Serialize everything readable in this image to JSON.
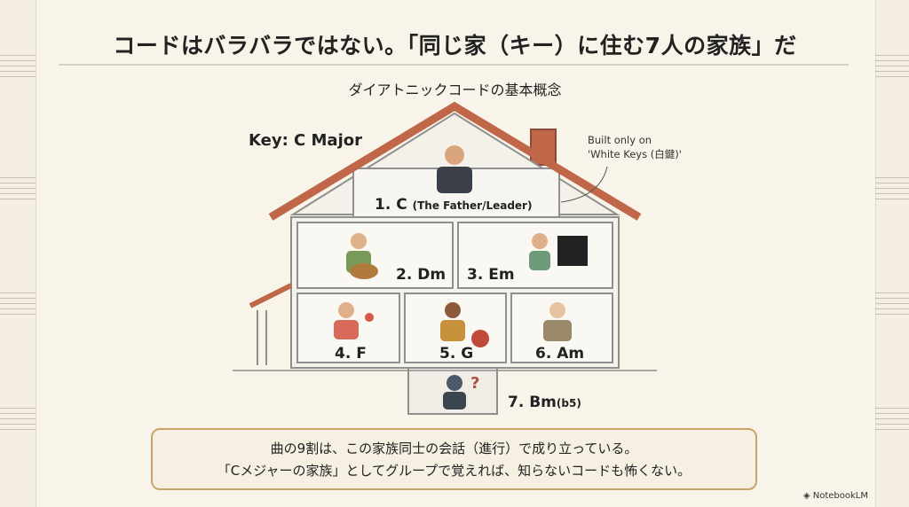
{
  "title": "コードはバラバラではない。「同じ家（キー）に住む7人の家族」だ",
  "subtitle": "ダイアトニックコードの基本概念",
  "key_label": "Key: C Major",
  "note": {
    "line1": "Built only on",
    "line2": "'White Keys (白鍵)'"
  },
  "chords": [
    {
      "label": "1. C",
      "sub": "(The Father/Leader)"
    },
    {
      "label": "2. Dm"
    },
    {
      "label": "3. Em"
    },
    {
      "label": "4. F"
    },
    {
      "label": "5. G"
    },
    {
      "label": "6. Am"
    },
    {
      "label": "7. Bm",
      "sub": "(b5)"
    }
  ],
  "summary": {
    "line1": "曲の9割は、この家族同士の会話（進行）で成り立っている。",
    "line2": "「Cメジャーの家族」としてグループで覚えれば、知らないコードも怖くない。"
  },
  "brand": "NotebookLM",
  "colors": {
    "roof": "#c0674a",
    "border": "#c8a468",
    "wall": "#8f8f8f"
  }
}
